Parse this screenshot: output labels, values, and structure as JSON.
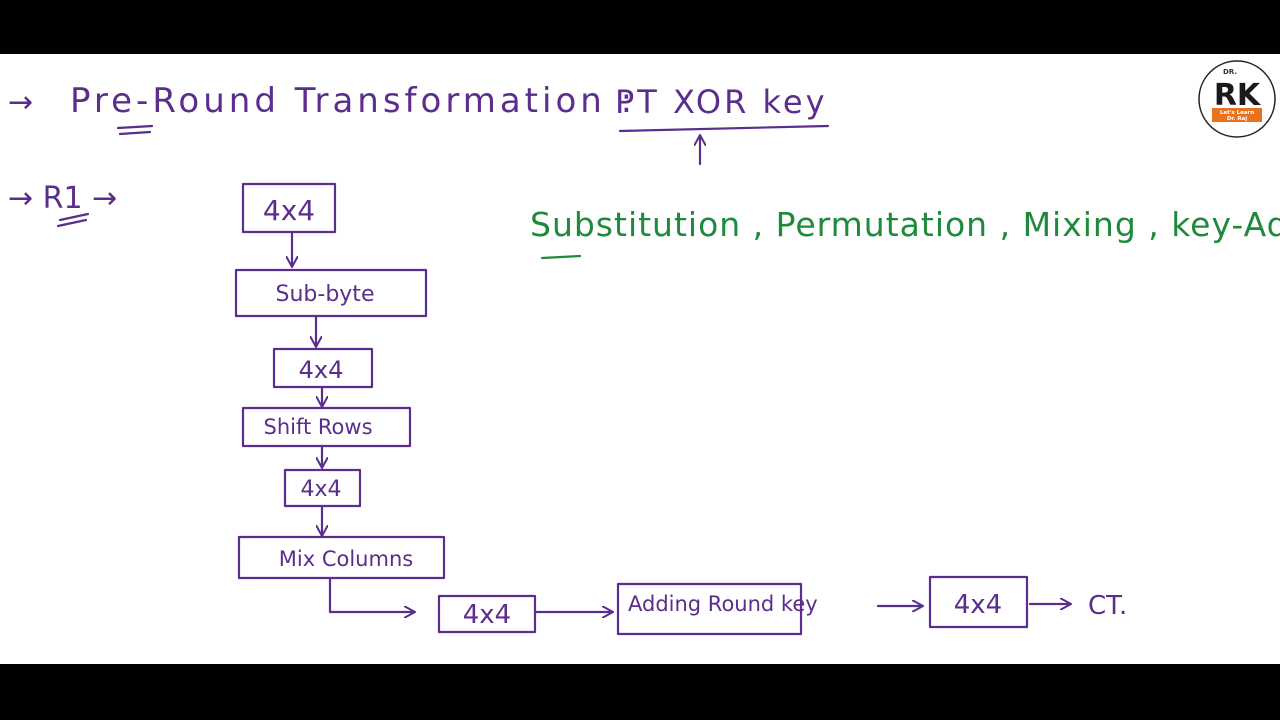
{
  "colors": {
    "ink_purple": "#5b2d8c",
    "ink_green": "#1f8a3c",
    "letterbox": "#000000",
    "board": "#ffffff",
    "logo_orange": "#e8731e"
  },
  "heading": {
    "arrow": "→",
    "pre_round_label": "Pre-Round Transformation :",
    "pt_xor_key": "PT XOR key"
  },
  "round": {
    "label": "→ R1 →"
  },
  "flow": {
    "box1": "4x4",
    "sub_byte": "Sub-byte",
    "box2": "4x4",
    "shift_rows": "Shift Rows",
    "box3": "4x4",
    "mix_columns": "Mix Columns",
    "box4": "4x4",
    "adding_round_key": "Adding Round key",
    "box5": "4x4",
    "output": "CT."
  },
  "notes": {
    "operations": "Substitution , Permutation , Mixing , key-Add."
  },
  "logo": {
    "top_text": "DR.",
    "monogram": "RK",
    "caption_1": "Let's Learn",
    "caption_2": "Dr. Raj"
  }
}
